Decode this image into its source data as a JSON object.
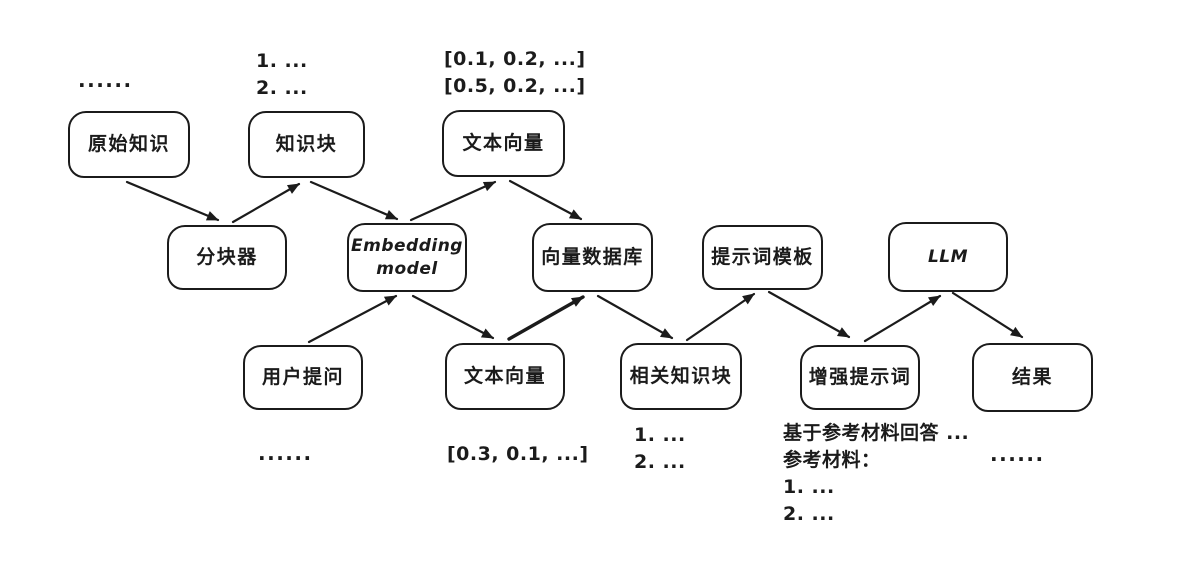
{
  "colors": {
    "background": "#ffffff",
    "stroke": "#1b1b1b"
  },
  "nodes": {
    "original_knowledge": {
      "label": "原始知识"
    },
    "knowledge_chunk": {
      "label": "知识块"
    },
    "text_vector_top": {
      "label": "文本向量"
    },
    "chunker": {
      "label": "分块器"
    },
    "embedding_model": {
      "label": "Embedding model"
    },
    "vector_database": {
      "label": "向量数据库"
    },
    "prompt_template": {
      "label": "提示词模板"
    },
    "llm": {
      "label": "LLM"
    },
    "user_question": {
      "label": "用户提问"
    },
    "text_vector_bottom": {
      "label": "文本向量"
    },
    "related_chunks": {
      "label": "相关知识块"
    },
    "enhanced_prompt": {
      "label": "增强提示词"
    },
    "result": {
      "label": "结果"
    }
  },
  "annotations": {
    "raw_knowledge_dots": "......",
    "chunk_list_top": [
      "1. ...",
      "2. ..."
    ],
    "vector_list_top": [
      "[0.1, 0.2, ...]",
      "[0.5, 0.2, ...]"
    ],
    "user_question_dots": "......",
    "vector_value_bottom": "[0.3, 0.1, ...]",
    "chunk_list_bottom": [
      "1. ...",
      "2. ..."
    ],
    "enhanced_prompt_text": [
      "基于参考材料回答 ...",
      "参考材料：",
      "1. ...",
      "2. ..."
    ],
    "result_dots": "......"
  },
  "edges": [
    {
      "from": "original_knowledge",
      "to": "chunker"
    },
    {
      "from": "chunker",
      "to": "knowledge_chunk"
    },
    {
      "from": "knowledge_chunk",
      "to": "embedding_model"
    },
    {
      "from": "embedding_model",
      "to": "text_vector_top"
    },
    {
      "from": "text_vector_top",
      "to": "vector_database"
    },
    {
      "from": "user_question",
      "to": "embedding_model"
    },
    {
      "from": "embedding_model",
      "to": "text_vector_bottom"
    },
    {
      "from": "text_vector_bottom",
      "to": "vector_database"
    },
    {
      "from": "vector_database",
      "to": "related_chunks"
    },
    {
      "from": "related_chunks",
      "to": "prompt_template"
    },
    {
      "from": "prompt_template",
      "to": "enhanced_prompt"
    },
    {
      "from": "enhanced_prompt",
      "to": "llm"
    },
    {
      "from": "llm",
      "to": "result"
    }
  ]
}
